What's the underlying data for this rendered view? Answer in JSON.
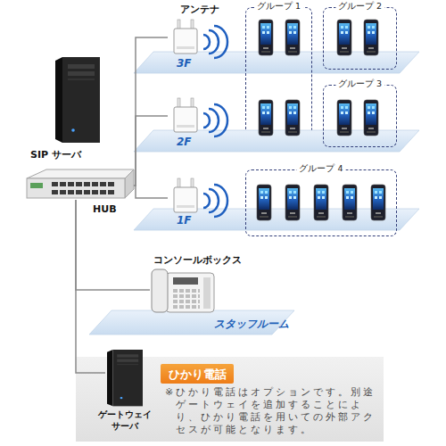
{
  "diagram": {
    "nodes": [
      {
        "text": [
          "SIP サーバ"
        ]
      },
      {
        "text": [
          "HUB"
        ]
      },
      {
        "text": [
          "3F"
        ]
      },
      {
        "text": [
          "グループ 1"
        ]
      },
      {
        "text": [
          "グループ 2"
        ]
      },
      {
        "text": [
          "2F"
        ]
      },
      {
        "text": [
          "グループ 3"
        ]
      },
      {
        "text": [
          "1F"
        ]
      },
      {
        "text": [
          "グループ 4"
        ]
      },
      {
        "text": [
          "コンソールボックス"
        ]
      },
      {
        "text": [
          "スタッフルーム"
        ]
      },
      {
        "text": [
          "※ひかり電話はオプションです。別途ゲートウェイを追加することにより、ひかり電話を用いての外部アクセスが可能となります。"
        ]
      },
      {
        "text": [
          "ゲートウェイ サーバ"
        ],
        "in": 11
      },
      {
        "text": [
          "ひかり電話"
        ],
        "in": 11
      }
    ],
    "edges": [
      {
        "from": 1,
        "to": 2,
        "arrow": "none"
      },
      {
        "from": 1,
        "to": 5,
        "arrow": "none"
      },
      {
        "from": 1,
        "to": 7,
        "arrow": "none"
      },
      {
        "from": 1,
        "to": 9,
        "arrow": "none"
      },
      {
        "from": 1,
        "to": 12,
        "arrow": "none"
      }
    ],
    "labels": [
      "アンテナ"
    ]
  }
}
